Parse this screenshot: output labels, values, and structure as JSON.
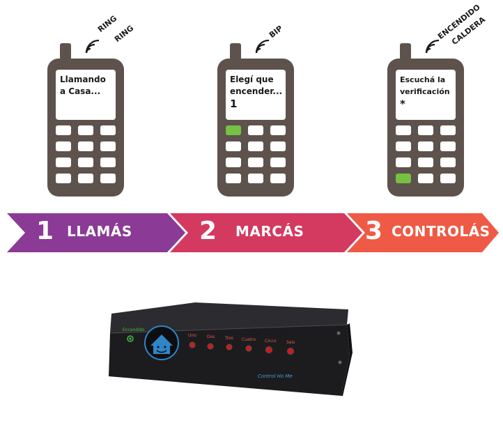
{
  "phones": [
    {
      "screen_lines": [
        "Llamando",
        "a Casa..."
      ],
      "signal_text": [
        "RING",
        "RING"
      ],
      "lit_key": null
    },
    {
      "screen_lines": [
        "Elegí que",
        "encender..."
      ],
      "screen_value": "1",
      "signal_text": [
        "BIP"
      ],
      "lit_key": 0
    },
    {
      "screen_lines": [
        "Escuchá la",
        "verificación"
      ],
      "screen_value": "*",
      "signal_text": [
        "ENCENDIDO",
        "CALDERA"
      ],
      "lit_key": 9
    }
  ],
  "steps": [
    {
      "number": "1",
      "label": "LLAMÁS",
      "color": "#8b3a96"
    },
    {
      "number": "2",
      "label": "MARCÁS",
      "color": "#d4395f"
    },
    {
      "number": "3",
      "label": "CONTROLÁS",
      "color": "#ee5a45"
    }
  ],
  "device": {
    "power_label": "Encendido",
    "channels": [
      "Uno",
      "Dos",
      "Tres",
      "Cuatro",
      "Cinco",
      "Seis"
    ],
    "brand": "Control Ho Me",
    "colors": {
      "case": "#1c1c1e",
      "led": "#d11818",
      "power_led": "#3fbf3f",
      "logo": "#2e86c8"
    }
  },
  "colors": {
    "phone": "#5e524c",
    "key_lit": "#76c043"
  }
}
